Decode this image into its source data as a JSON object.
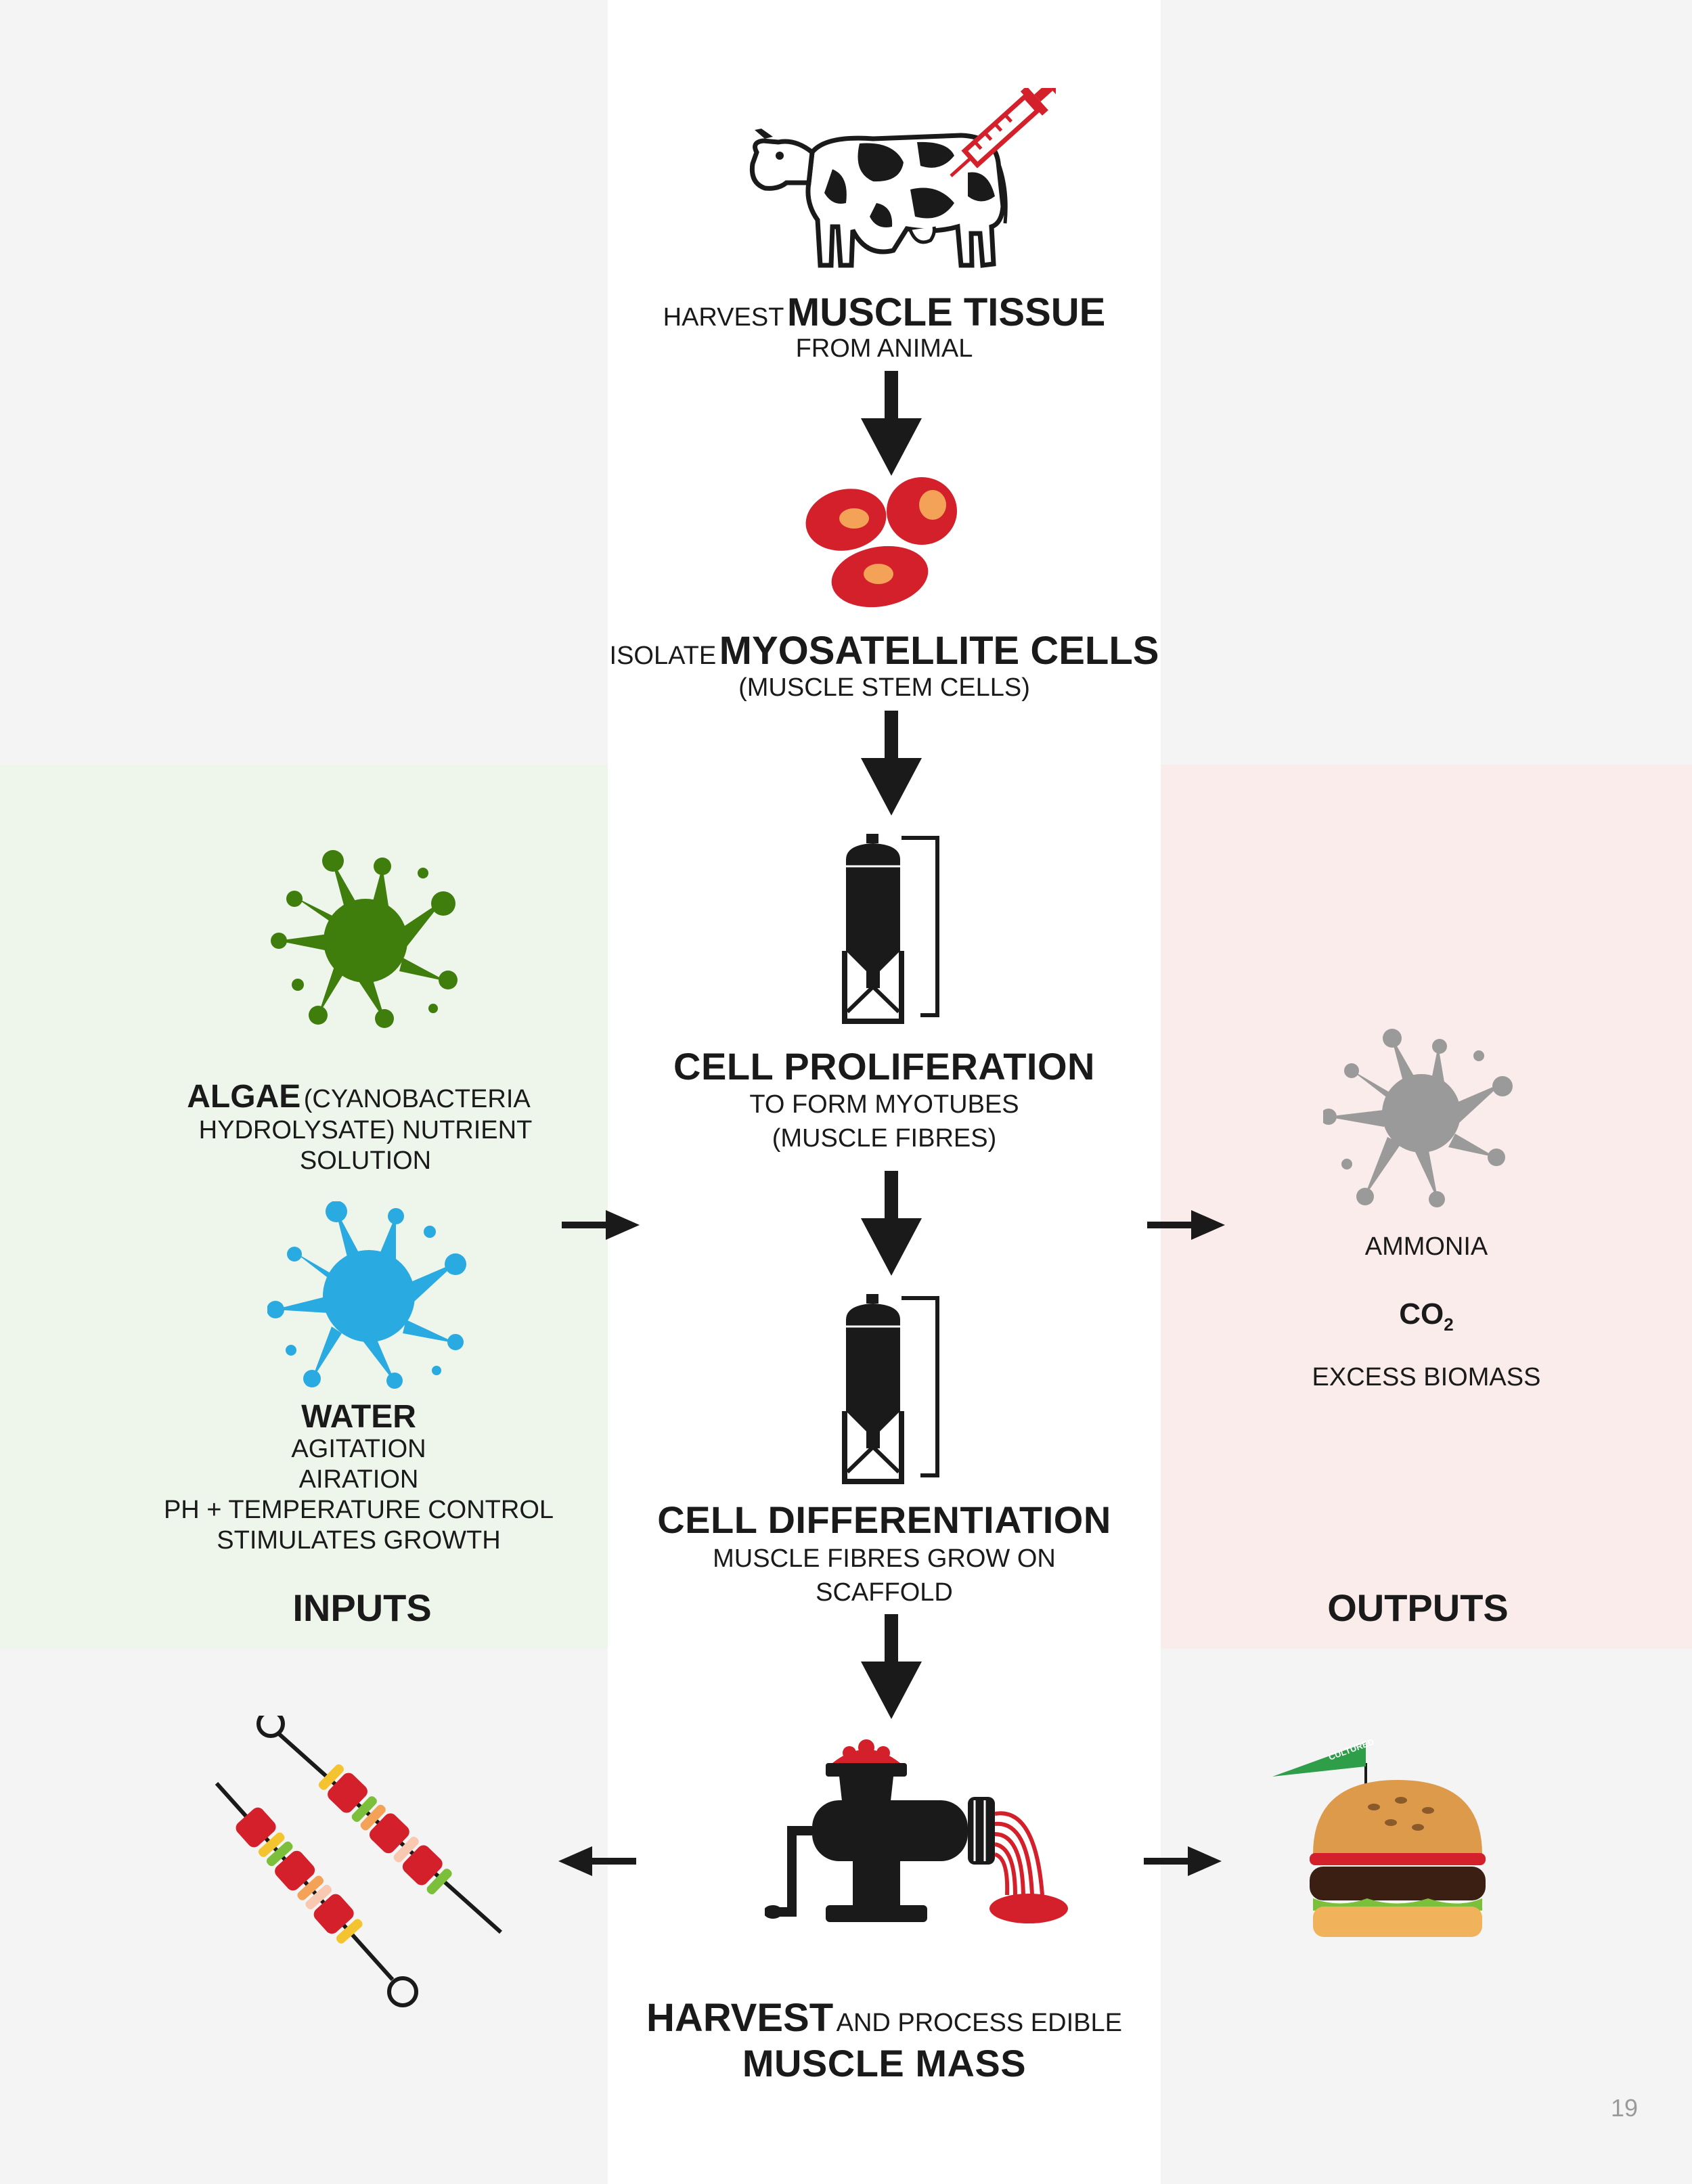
{
  "steps": {
    "harvest_tissue": {
      "prefix": "HARVEST",
      "main": "MUSCLE TISSUE",
      "sub": "FROM ANIMAL"
    },
    "isolate": {
      "prefix": "ISOLATE",
      "main": "MYOSATELLITE CELLS",
      "sub": "(MUSCLE STEM CELLS)"
    },
    "proliferation": {
      "main": "CELL PROLIFERATION",
      "sub1": "TO FORM MYOTUBES",
      "sub2": "(MUSCLE FIBRES)"
    },
    "differentiation": {
      "main": "CELL DIFFERENTIATION",
      "sub1": "MUSCLE FIBRES GROW ON",
      "sub2": "SCAFFOLD"
    },
    "final": {
      "main": "HARVEST",
      "middle": "AND PROCESS  EDIBLE",
      "main2": "MUSCLE MASS"
    }
  },
  "inputs": {
    "algae_main": "ALGAE",
    "algae_rest": "(CYANOBACTERIA",
    "algae_line2": "HYDROLYSATE) NUTRIENT",
    "algae_line3": "SOLUTION",
    "water_main": "WATER",
    "water_lines": [
      "AGITATION",
      "AIRATION",
      "PH + TEMPERATURE CONTROL",
      "STIMULATES GROWTH"
    ],
    "heading": "INPUTS"
  },
  "outputs": {
    "ammonia": "AMMONIA",
    "co2_main": "CO",
    "co2_sub": "2",
    "biomass": "EXCESS BIOMASS",
    "heading": "OUTPUTS"
  },
  "flag_text": "CULTURED",
  "page_number": "19",
  "colors": {
    "red": "#d4202b",
    "orange": "#f4a257",
    "green": "#3f7d0c",
    "blue": "#29aae1",
    "grey": "#9a9a9a",
    "black": "#1a1a1a"
  }
}
